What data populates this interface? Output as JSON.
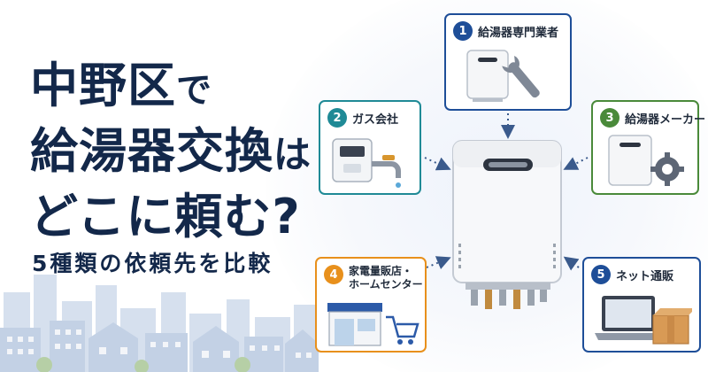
{
  "headline": {
    "line1_main": "中野区",
    "line1_suffix": "で",
    "line2_main": "給湯器交換",
    "line2_suffix": "は",
    "line3": "どこに頼む?"
  },
  "subtitle": "5種類の依頼先を比較",
  "options": [
    {
      "number": "1",
      "label": "給湯器専門業者",
      "color": "#1e4e98",
      "icon": "wrench-heater-icon"
    },
    {
      "number": "2",
      "label": "ガス会社",
      "color": "#1f8a96",
      "icon": "gas-meter-icon"
    },
    {
      "number": "3",
      "label": "給湯器メーカー",
      "color": "#4a8a3a",
      "icon": "gear-heater-icon"
    },
    {
      "number": "4",
      "label_line1": "家電量販店・",
      "label_line2": "ホームセンター",
      "color": "#e8901c",
      "icon": "store-cart-icon"
    },
    {
      "number": "5",
      "label": "ネット通販",
      "color": "#1e4e98",
      "icon": "laptop-box-icon"
    }
  ],
  "center_icon": "water-heater-icon"
}
